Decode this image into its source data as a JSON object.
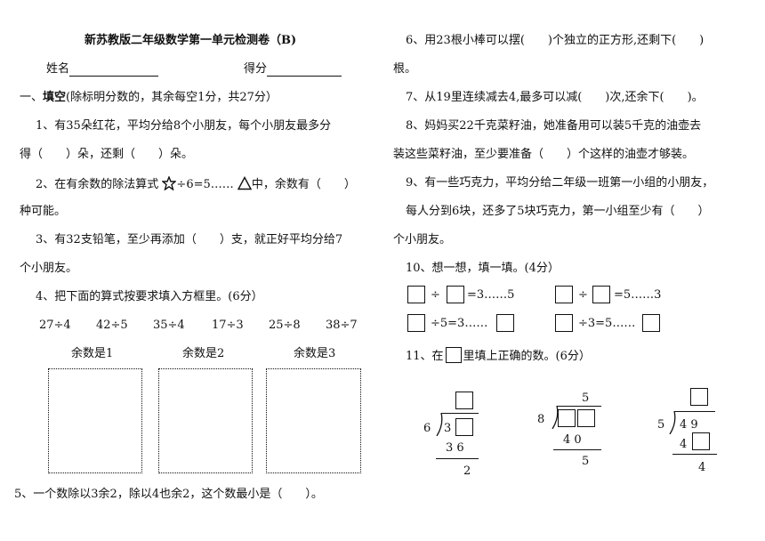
{
  "title": "新苏教版二年级数学第一单元检测卷（B)",
  "name_label": "姓名",
  "score_label": "得分",
  "section1": {
    "prefix": "一、",
    "bold": "填空",
    "rest": "(除标明分数的，其余每空1分，共27分）"
  },
  "q1": {
    "line1": "1、有35朵红花，平均分给8个小朋友，每个小朋友最多分",
    "line2": "得（　　）朵，还剩（　　）朵。"
  },
  "q2": {
    "line1_a": "2、在有余数的除法算式",
    "line1_b": "÷6=5……",
    "line1_c": "中，余数有（　　）",
    "line2": "种可能。"
  },
  "q3": {
    "line1": "3、有32支铅笔，至少再添加（　　）支，就正好平均分给7",
    "line2": "个小朋友。"
  },
  "q4": {
    "line": "4、把下面的算式按要求填入方框里。(6分）",
    "expressions": [
      "27÷4",
      "42÷5",
      "35÷4",
      "17÷3",
      "25÷8",
      "38÷7"
    ],
    "remainder_labels": [
      "余数是1",
      "余数是2",
      "余数是3"
    ]
  },
  "q5": "5、一个数除以3余2，除以4也余2，这个数最小是（　　）。",
  "q6": {
    "line1": "6、用23根小棒可以摆(　　)个独立的正方形,还剩下(　　)",
    "line2": "根。"
  },
  "q7": "7、从19里连续减去4,最多可以减(　　)次,还余下(　　)。",
  "q8": {
    "line1": "8、妈妈买22千克菜籽油，她准备用可以装5千克的油壶去",
    "line2": "装这些菜籽油，至少要准备（　　）个这样的油壶才够装。"
  },
  "q9": {
    "line1": "9、有一些巧克力，平均分给二年级一班第一小组的小朋友，",
    "line2": "每人分到6块，还多了5块巧克力，第一小组至少有（　　）",
    "line3": "个小朋友。"
  },
  "q10": {
    "line": "10、想一想，填一填。(4分）",
    "eq1_div": "÷",
    "eq1_rest": "=3……5",
    "eq2_div": "÷",
    "eq2_rest": "=5……3",
    "eq3_rest": "÷5=3……",
    "eq4_rest": "÷3=5……"
  },
  "q11": {
    "line_a": "11、在",
    "line_b": "里填上正确的数。(6分）",
    "div1": {
      "divisor": "6",
      "dividend_first": "3",
      "product": "3 6",
      "remainder": "2"
    },
    "div2": {
      "divisor": "8",
      "quotient": "5",
      "product": "4 0",
      "remainder": "5"
    },
    "div3": {
      "divisor": "5",
      "dividend": "4 9",
      "product_first": "4",
      "remainder": "4"
    }
  }
}
